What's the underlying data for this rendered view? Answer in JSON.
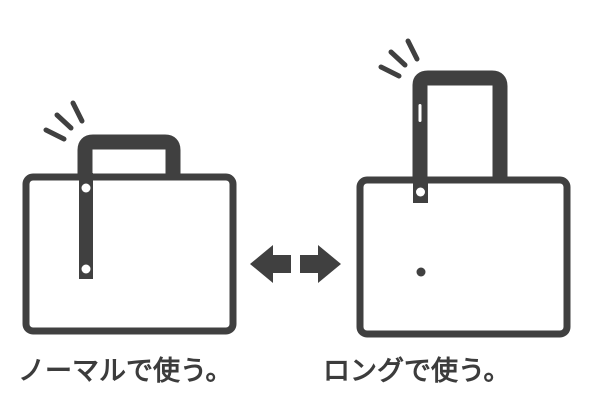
{
  "colors": {
    "stroke": "#404040",
    "background": "#ffffff",
    "text": "#3c3c3c"
  },
  "left_bag": {
    "caption": "ノーマルで使う。",
    "mode": "normal",
    "icons": [
      "tote-bag-icon",
      "sparkle-lines-icon",
      "strap-icon"
    ]
  },
  "right_bag": {
    "caption": "ロングで使う。",
    "mode": "long",
    "icons": [
      "tote-bag-icon",
      "sparkle-lines-icon",
      "strap-icon"
    ]
  },
  "center": {
    "icon": "left-right-arrows-icon"
  }
}
